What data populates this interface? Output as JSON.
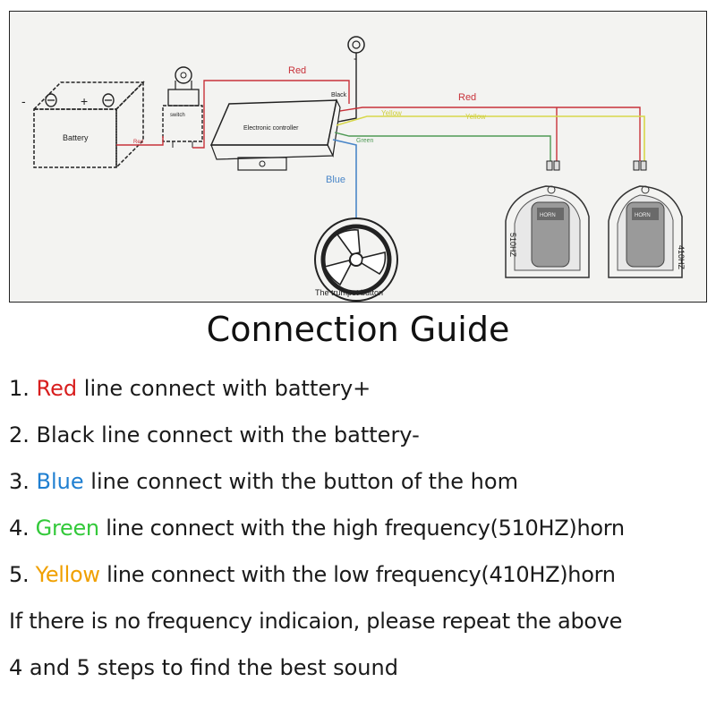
{
  "diagram": {
    "battery": {
      "label": "Battery",
      "minus": "-",
      "plus": "+"
    },
    "switch_label": "switch",
    "controller_label": "Electronic controller",
    "button_label": "The trumpet button",
    "horns": [
      {
        "freq": "510HZ",
        "brand": "HORN"
      },
      {
        "freq": "410HZ",
        "brand": "HORN"
      }
    ],
    "ground_sign": "-",
    "wires": {
      "red_top": "Red",
      "red_right": "Red",
      "red_small": "Red",
      "black": "Black",
      "yellow_1": "Yellow",
      "yellow_2": "Yellow",
      "green": "Green",
      "blue": "Blue"
    },
    "colors": {
      "red": "#c8323a",
      "black": "#222222",
      "yellow": "#d8d84a",
      "green": "#4f9a55",
      "blue": "#4a86c8"
    }
  },
  "guide": {
    "title": "Connection Guide",
    "steps": [
      {
        "num": "1.",
        "color_word": "Red",
        "rest": "line connect with battery+"
      },
      {
        "num": "2.",
        "text": "Black line connect with the battery-"
      },
      {
        "num": "3.",
        "color_word": "Blue",
        "rest": "line connect with the button of the hom"
      },
      {
        "num": "4.",
        "color_word": "Green",
        "rest": "line connect with the high frequency(510HZ)horn"
      },
      {
        "num": "5.",
        "color_word": "Yellow",
        "rest": "line connect with the low frequency(410HZ)horn"
      }
    ],
    "note_line1": "If there is no frequency indicaion, please repeat the above",
    "note_line2": "4 and 5 steps to find the best sound"
  }
}
